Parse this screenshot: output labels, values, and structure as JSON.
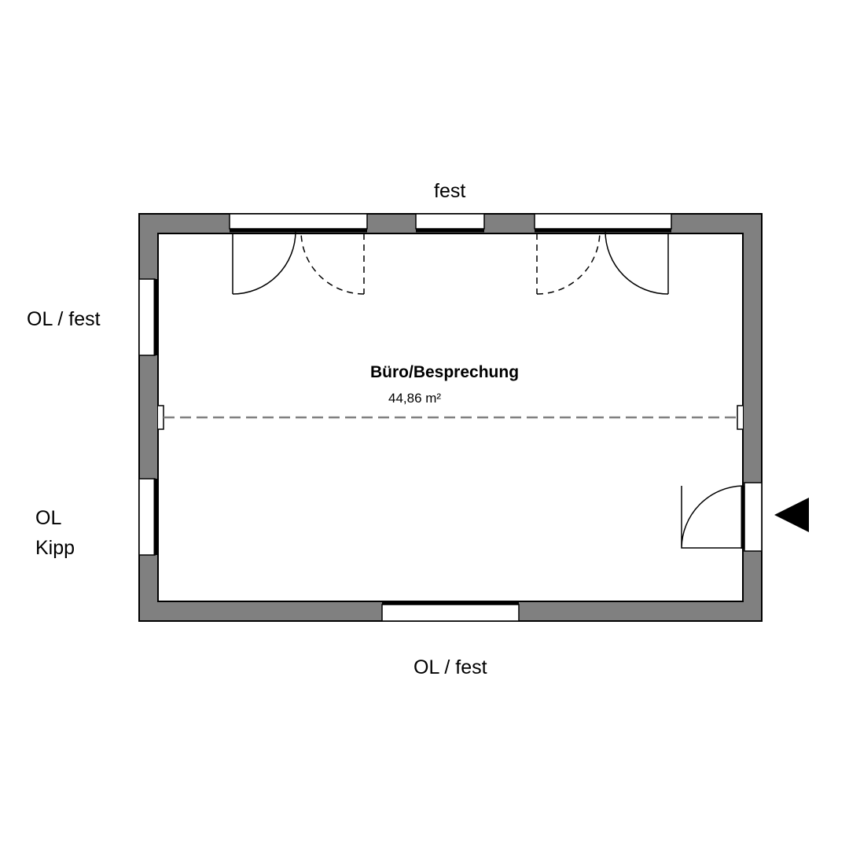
{
  "labels": {
    "top": "fest",
    "left_upper": "OL / fest",
    "left_lower_line1": "OL",
    "left_lower_line2": "Kipp",
    "bottom": "OL / fest"
  },
  "room": {
    "name": "Büro/Besprechung",
    "area": "44,86 m²"
  },
  "colors": {
    "wall": "#808080",
    "line": "#000000",
    "background": "#ffffff",
    "divider": "#808080"
  },
  "icons": {
    "entrance": "entrance-arrow-icon"
  }
}
